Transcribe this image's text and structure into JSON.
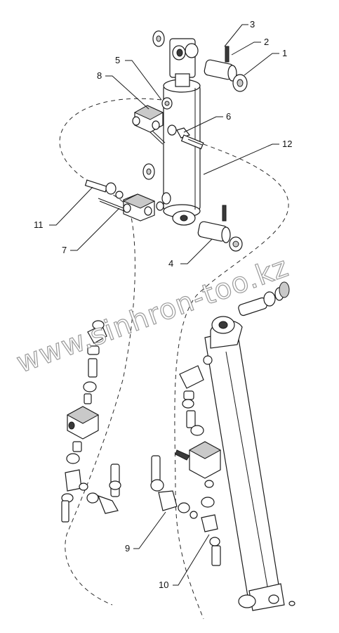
{
  "callouts": {
    "c1": "1",
    "c2": "2",
    "c3": "3",
    "c4": "4",
    "c5": "5",
    "c6": "6",
    "c7": "7",
    "c8": "8",
    "c9": "9",
    "c10": "10",
    "c11": "11",
    "c12": "12"
  },
  "watermark": "www.sinhron-too.kz",
  "colors": {
    "line": "#1a1a1a",
    "background": "#ffffff",
    "watermark_outline": "#9a9a9a"
  }
}
